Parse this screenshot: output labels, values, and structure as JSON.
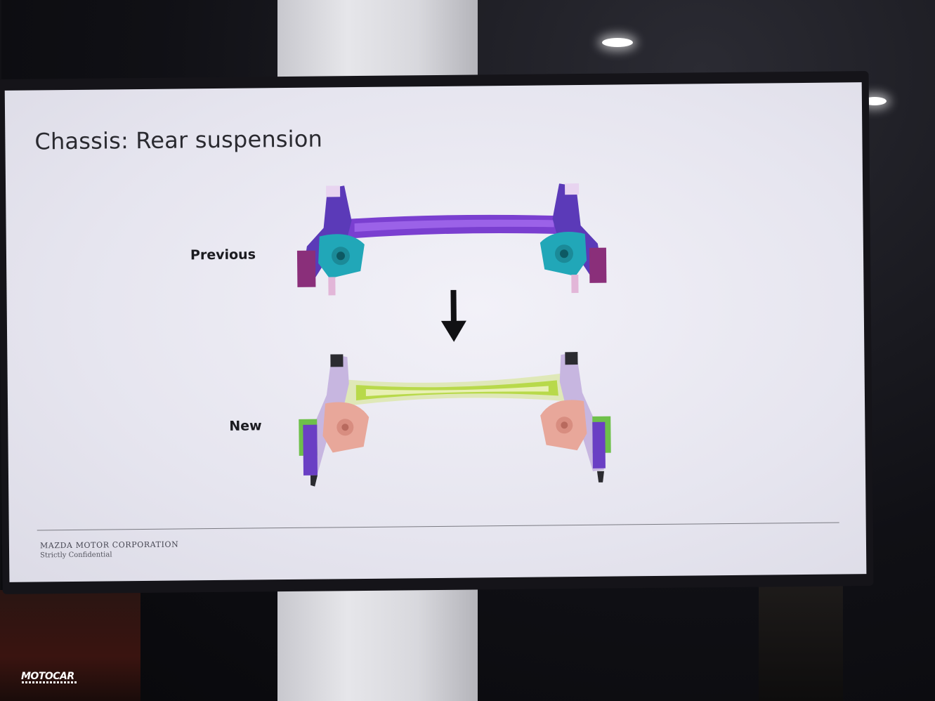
{
  "slide": {
    "title": "Chassis: Rear suspension",
    "label_previous": "Previous",
    "label_new": "New",
    "footer_company": "MAZDA MOTOR CORPORATION",
    "footer_confidential": "Strictly Confidential"
  },
  "watermark": {
    "text": "MOTOCAR"
  },
  "colors": {
    "slide_background": "#eceaf3",
    "previous_beam": "#7a3fd0",
    "previous_hub": "#21a7b8",
    "new_beam": "#c9e08a",
    "new_hub": "#e8a79a"
  }
}
